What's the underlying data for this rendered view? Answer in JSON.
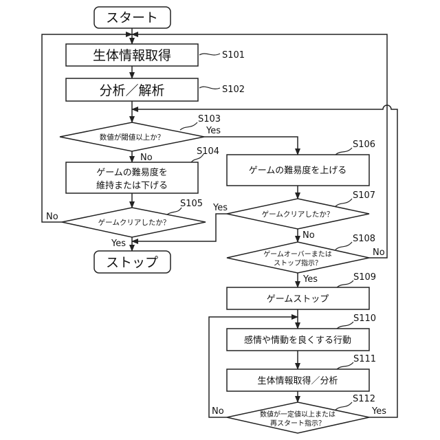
{
  "nodes": {
    "start": "スタート",
    "s101": "生体情報取得",
    "s102": "分析／解析",
    "s103": "数値が閾値以上か？",
    "s104_line1": "ゲームの難易度を",
    "s104_line2": "維持または下げる",
    "s105": "ゲームクリアしたか？",
    "stop": "ストップ",
    "s106": "ゲームの難易度を上げる",
    "s107": "ゲームクリアしたか？",
    "s108_line1": "ゲームオーバーまたは",
    "s108_line2": "ストップ指示？",
    "s109": "ゲームストップ",
    "s110": "感情や情動を良くする行動",
    "s111": "生体情報取得／分析",
    "s112_line1": "数値が一定値以上または",
    "s112_line2": "再スタート指示？"
  },
  "steps": {
    "s101": "S101",
    "s102": "S102",
    "s103": "S103",
    "s104": "S104",
    "s105": "S105",
    "s106": "S106",
    "s107": "S107",
    "s108": "S108",
    "s109": "S109",
    "s110": "S110",
    "s111": "S111",
    "s112": "S112"
  },
  "labels": {
    "s103_yes": "Yes",
    "s103_no": "No",
    "s105_no": "No",
    "s105_yes": "Yes",
    "s107_yes": "Yes",
    "s107_no": "No",
    "s108_yes": "Yes",
    "s108_no": "No",
    "s112_no": "No",
    "s112_yes": "Yes"
  }
}
